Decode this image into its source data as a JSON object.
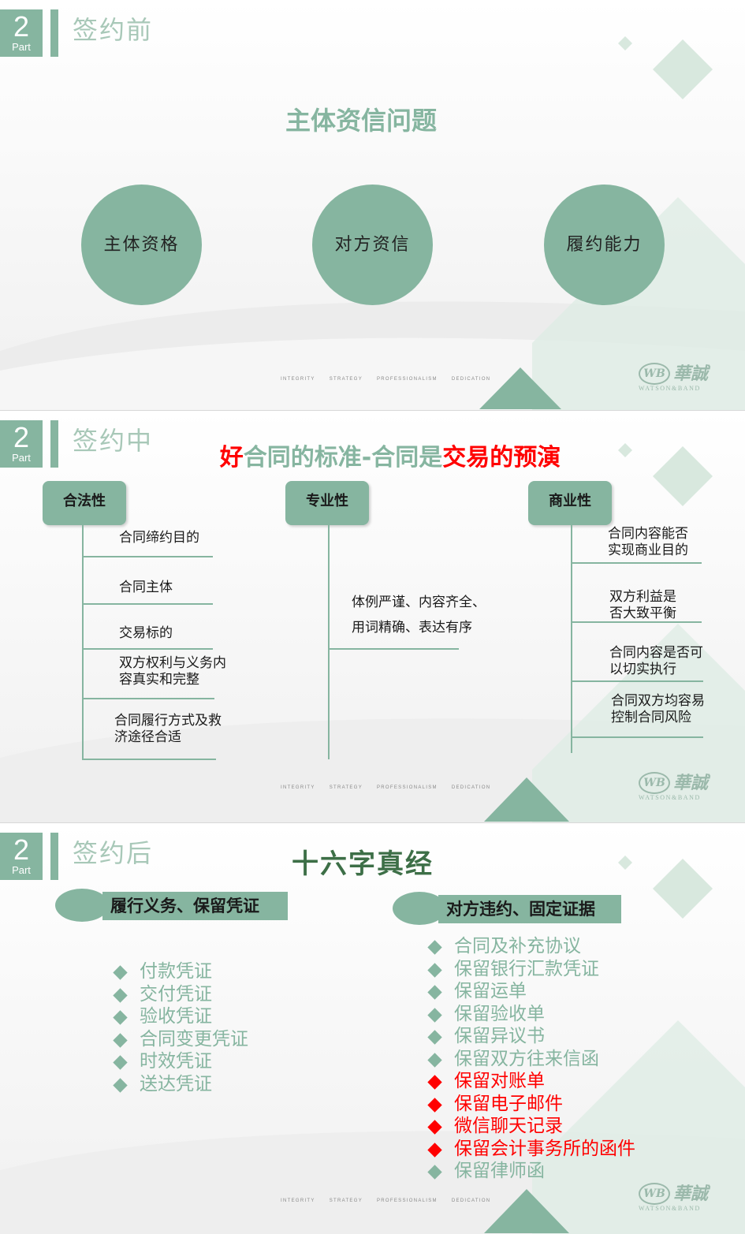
{
  "colors": {
    "accent": "#86b5a0",
    "dark_green": "#3d6f47",
    "red": "#ff0000"
  },
  "footer": {
    "words": [
      "INTEGRITY",
      "STRATEGY",
      "PROFESSIONALISM",
      "DEDICATION"
    ]
  },
  "logo": {
    "mark": "WB",
    "cn": "華誠",
    "en": "WATSON&BAND"
  },
  "slide1": {
    "part_num": "2",
    "part_label": "Part",
    "section": "签约前",
    "title": "主体资信问题",
    "circles": [
      "主体资格",
      "对方资信",
      "履约能力"
    ]
  },
  "slide2": {
    "part_num": "2",
    "part_label": "Part",
    "section": "签约中",
    "title_a": "好",
    "title_b": "合同的标准-合同是",
    "title_c": "交易的预演",
    "columns": [
      {
        "label": "合法性",
        "items": [
          "合同缔约目的",
          "合同主体",
          "交易标的",
          "双方权利与义务内\n容真实和完整",
          "合同履行方式及救\n济途径合适"
        ]
      },
      {
        "label": "专业性",
        "items": [
          "体例严谨、内容齐全、",
          "用词精确、表达有序"
        ]
      },
      {
        "label": "商业性",
        "items": [
          "合同内容能否\n实现商业目的",
          "双方利益是\n否大致平衡",
          "合同内容是否可\n以切实执行",
          "合同双方均容易\n控制合同风险"
        ]
      }
    ]
  },
  "slide3": {
    "part_num": "2",
    "part_label": "Part",
    "section": "签约后",
    "title": "十六字真经",
    "left_banner": "履行义务、保留凭证",
    "right_banner": "对方违约、固定证据",
    "left_items": [
      "付款凭证",
      "交付凭证",
      "验收凭证",
      "合同变更凭证",
      "时效凭证",
      "送达凭证"
    ],
    "right_items": [
      {
        "text": "合同及补充协议",
        "highlight": false
      },
      {
        "text": "保留银行汇款凭证",
        "highlight": false
      },
      {
        "text": "保留运单",
        "highlight": false
      },
      {
        "text": "保留验收单",
        "highlight": false
      },
      {
        "text": "保留异议书",
        "highlight": false
      },
      {
        "text": "保留双方往来信函",
        "highlight": false
      },
      {
        "text": "保留对账单",
        "highlight": true
      },
      {
        "text": "保留电子邮件",
        "highlight": true
      },
      {
        "text": "微信聊天记录",
        "highlight": true
      },
      {
        "text": "保留会计事务所的函件",
        "highlight": true
      },
      {
        "text": "保留律师函",
        "highlight": false
      }
    ]
  }
}
